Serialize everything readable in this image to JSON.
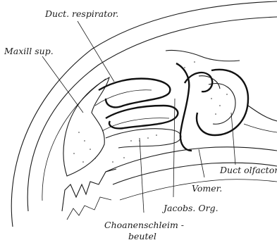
{
  "figure": {
    "labels": {
      "ductus_respiratorius": "Duct. respirator.",
      "maxilla_superior": "Maxill sup.",
      "ductus_olfactorius": "Duct olfactor",
      "vomer": "Vomer.",
      "jacobson_organ": "Jacobs. Org.",
      "choanenschleimbeutel_line1": "Choanenschleim -",
      "choanenschleimbeutel_line2": "beutel"
    },
    "ink_color": "#1a1a1a",
    "paper_color": "#ffffff"
  }
}
